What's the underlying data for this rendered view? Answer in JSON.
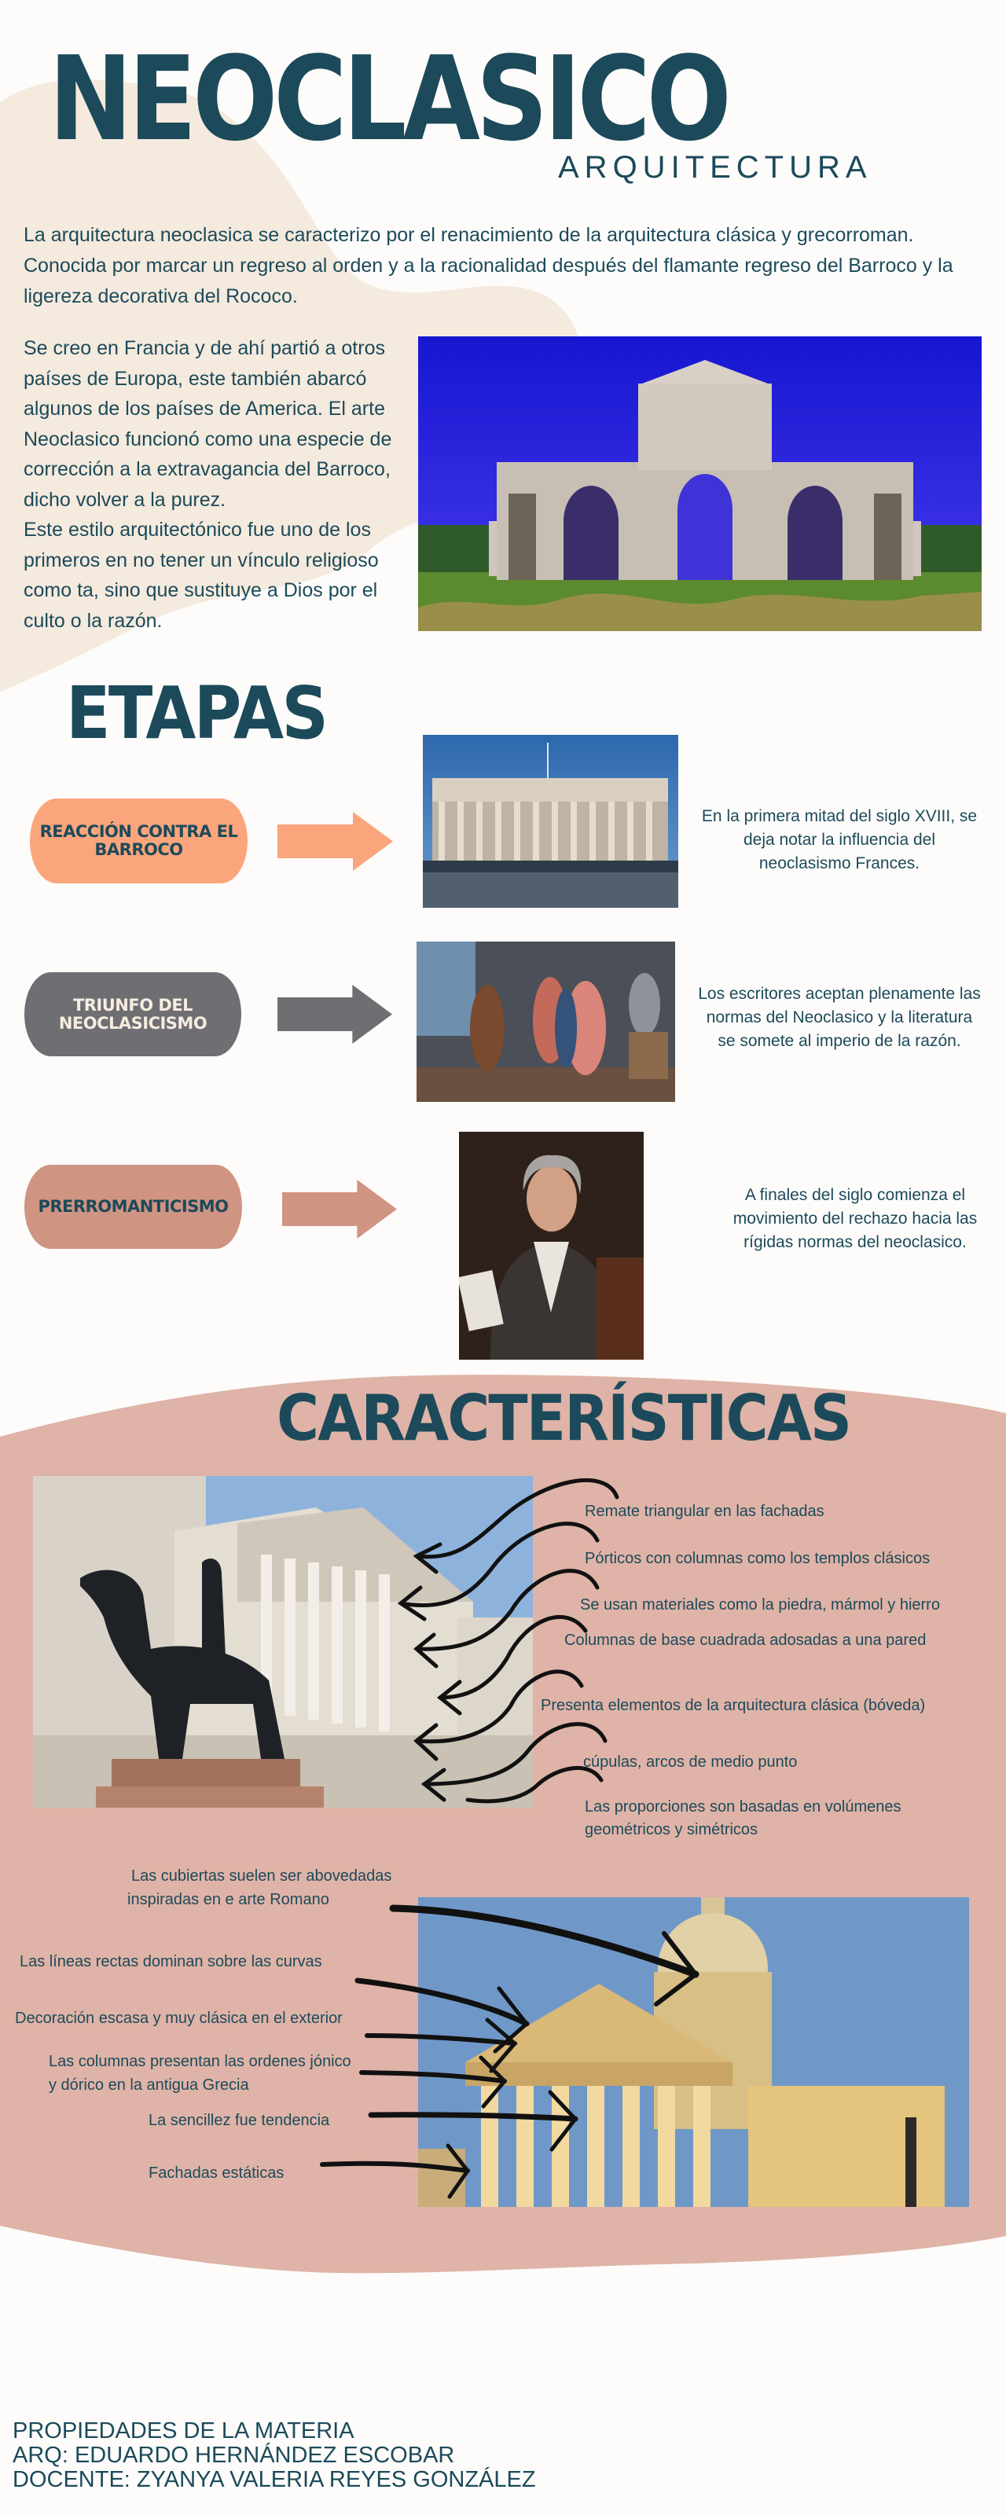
{
  "header": {
    "title": "NEOCLASICO",
    "subtitle": "ARQUITECTURA"
  },
  "intro": {
    "paragraph": "La arquitectura neoclasica se caracterizo por el renacimiento de la arquitectura clásica y grecorroman. Conocida por marcar un regreso al orden y a la racionalidad después del flamante regreso del Barroco y la ligereza decorativa del Rococo."
  },
  "origin": {
    "paragraph1": "Se creo en Francia y de ahí partió a otros países de Europa, este también abarcó algunos de los países de America. El arte Neoclasico funcionó como una especie de corrección a la extravagancia del Barroco, dicho volver a la purez.",
    "paragraph2": "Este estilo arquitectónico fue uno de los primeros en no tener un vínculo religioso como ta, sino que sustituye a Dios por el culto o la razón.",
    "image": "puerta-de-alcala-photo"
  },
  "etapas": {
    "heading": "ETAPAS",
    "stages": [
      {
        "label": "REACCIÓN CONTRA EL BARROCO",
        "color": "#fba57c",
        "text_color": "#1c4a5a",
        "description": "En la primera mitad del siglo XVIII, se deja notar la influencia del neoclasismo Frances.",
        "image": "grand-theatre-bordeaux-photo"
      },
      {
        "label": "TRIUNFO DEL NEOCLASICISMO",
        "color": "#6f6e73",
        "text_color": "#f6ece0",
        "description": "Los escritores aceptan plenamente las normas del Neoclasico y la literatura se somete al imperio de la razón.",
        "image": "neoclassical-painting-photo"
      },
      {
        "label": "PRERROMANTICISMO",
        "color": "#d09482",
        "text_color": "#1c4a5a",
        "description": "A finales del siglo comienza el movimiento del rechazo hacia las rígidas normas del neoclasico.",
        "image": "goethe-portrait-photo"
      }
    ]
  },
  "caracteristicas": {
    "heading": "CARACTERÍSTICAS",
    "group1": [
      "Remate triangular en las fachadas",
      "Pórticos con columnas como los templos clásicos",
      "Se usan materiales como la piedra, mármol y hierro",
      "Columnas de base cuadrada adosadas a una pared",
      "Presenta elementos de la arquitectura clásica (bóveda)",
      "cúpulas, arcos de medio punto",
      "Las proporciones son basadas en volúmenes",
      "geométricos y simétricos"
    ],
    "group2": [
      "Las cubiertas suelen ser abovedadas",
      "inspiradas en e arte Romano",
      "Las líneas rectas dominan sobre las curvas",
      "Decoración escasa y muy clásica en el exterior",
      "Las columnas presentan las ordenes jónico",
      "y dórico en la antigua Grecia",
      "La sencillez fue tendencia",
      "Fachadas estáticas"
    ]
  },
  "footer": {
    "line1": "PROPIEDADES DE LA MATERIA",
    "line2": "ARQ: EDUARDO HERNÁNDEZ ESCOBAR",
    "line3": "DOCENTE: ZYANYA VALERIA REYES GONZÁLEZ"
  },
  "colors": {
    "primary_text": "#1c4a5a",
    "beige_blob": "#f4eadd",
    "rose_band": "#dfb3a7",
    "background": "#fdfcfb"
  }
}
